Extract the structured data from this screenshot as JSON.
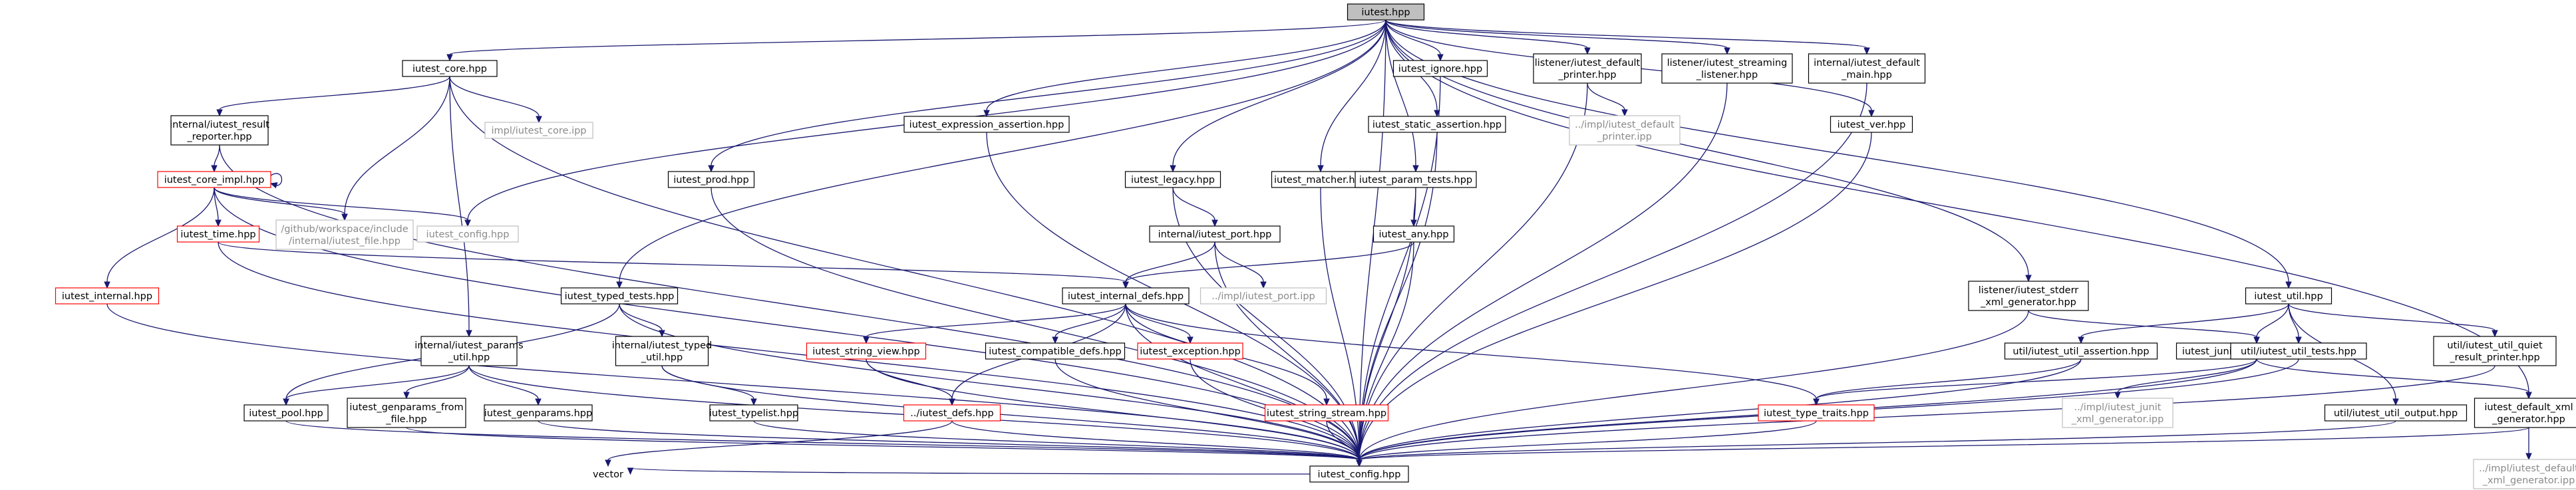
{
  "colors": {
    "edge": "#191970",
    "root_fill": "#bfbfbf",
    "normal_border": "#000000",
    "red_border": "#ff0000",
    "dim_border": "#bfbfbf",
    "dim_text": "#8a8a8a"
  },
  "graph": {
    "nodes": [
      {
        "id": "iutest_hpp",
        "kind": "root",
        "lines": [
          "iutest.hpp"
        ]
      },
      {
        "id": "iutest_core_hpp",
        "kind": "normal",
        "lines": [
          "iutest_core.hpp"
        ]
      },
      {
        "id": "result_reporter",
        "kind": "normal",
        "lines": [
          "internal/iutest_result",
          "_reporter.hpp"
        ]
      },
      {
        "id": "impl_core_ipp",
        "kind": "dim",
        "lines": [
          "impl/iutest_core.ipp"
        ]
      },
      {
        "id": "iutest_core_impl",
        "kind": "red",
        "lines": [
          "iutest_core_impl.hpp"
        ]
      },
      {
        "id": "iutest_time",
        "kind": "red",
        "lines": [
          "iutest_time.hpp"
        ]
      },
      {
        "id": "github_file",
        "kind": "dim",
        "lines": [
          "/github/workspace/include",
          "/internal/iutest_file.hpp"
        ]
      },
      {
        "id": "config_dim",
        "kind": "dim",
        "lines": [
          "iutest_config.hpp"
        ]
      },
      {
        "id": "iutest_internal",
        "kind": "red",
        "lines": [
          "iutest_internal.hpp"
        ]
      },
      {
        "id": "iutest_prod",
        "kind": "normal",
        "lines": [
          "iutest_prod.hpp"
        ]
      },
      {
        "id": "expression_assertion",
        "kind": "normal",
        "lines": [
          "iutest_expression_assertion.hpp"
        ]
      },
      {
        "id": "iutest_legacy",
        "kind": "normal",
        "lines": [
          "iutest_legacy.hpp"
        ]
      },
      {
        "id": "iutest_matcher",
        "kind": "normal",
        "lines": [
          "iutest_matcher.hpp"
        ]
      },
      {
        "id": "static_assertion",
        "kind": "normal",
        "lines": [
          "iutest_static_assertion.hpp"
        ]
      },
      {
        "id": "iutest_ignore",
        "kind": "normal",
        "lines": [
          "iutest_ignore.hpp"
        ]
      },
      {
        "id": "default_printer",
        "kind": "normal",
        "lines": [
          "listener/iutest_default",
          "_printer.hpp"
        ]
      },
      {
        "id": "default_printer_ipp",
        "kind": "dim",
        "lines": [
          "../impl/iutest_default",
          "_printer.ipp"
        ]
      },
      {
        "id": "streaming_listener",
        "kind": "normal",
        "lines": [
          "listener/iutest_streaming",
          "_listener.hpp"
        ]
      },
      {
        "id": "default_main",
        "kind": "normal",
        "lines": [
          "internal/iutest_default",
          "_main.hpp"
        ]
      },
      {
        "id": "iutest_ver",
        "kind": "normal",
        "lines": [
          "iutest_ver.hpp"
        ]
      },
      {
        "id": "param_tests",
        "kind": "normal",
        "lines": [
          "iutest_param_tests.hpp"
        ]
      },
      {
        "id": "iutest_any",
        "kind": "normal",
        "lines": [
          "iutest_any.hpp"
        ]
      },
      {
        "id": "iutest_port",
        "kind": "normal",
        "lines": [
          "internal/iutest_port.hpp"
        ]
      },
      {
        "id": "impl_port_ipp",
        "kind": "dim",
        "lines": [
          "../impl/iutest_port.ipp"
        ]
      },
      {
        "id": "internal_defs",
        "kind": "normal",
        "lines": [
          "iutest_internal_defs.hpp"
        ]
      },
      {
        "id": "typed_tests",
        "kind": "normal",
        "lines": [
          "iutest_typed_tests.hpp"
        ]
      },
      {
        "id": "params_util",
        "kind": "normal",
        "lines": [
          "internal/iutest_params",
          "_util.hpp"
        ]
      },
      {
        "id": "typed_util",
        "kind": "normal",
        "lines": [
          "internal/iutest_typed",
          "_util.hpp"
        ]
      },
      {
        "id": "iutest_pool",
        "kind": "normal",
        "lines": [
          "iutest_pool.hpp"
        ]
      },
      {
        "id": "genparams_from_file",
        "kind": "normal",
        "lines": [
          "iutest_genparams_from",
          "_file.hpp"
        ]
      },
      {
        "id": "genparams",
        "kind": "normal",
        "lines": [
          "iutest_genparams.hpp"
        ]
      },
      {
        "id": "typelist",
        "kind": "normal",
        "lines": [
          "iutest_typelist.hpp"
        ]
      },
      {
        "id": "string_view",
        "kind": "red",
        "lines": [
          "iutest_string_view.hpp"
        ]
      },
      {
        "id": "defs_hpp",
        "kind": "red",
        "lines": [
          "../iutest_defs.hpp"
        ]
      },
      {
        "id": "compatible_defs",
        "kind": "normal",
        "lines": [
          "iutest_compatible_defs.hpp"
        ]
      },
      {
        "id": "exception",
        "kind": "red",
        "lines": [
          "iutest_exception.hpp"
        ]
      },
      {
        "id": "string_stream",
        "kind": "red",
        "lines": [
          "iutest_string_stream.hpp"
        ]
      },
      {
        "id": "vector",
        "kind": "plain",
        "lines": [
          "vector"
        ]
      },
      {
        "id": "iutest_config",
        "kind": "normal",
        "lines": [
          "iutest_config.hpp"
        ]
      },
      {
        "id": "stderr_generator",
        "kind": "normal",
        "lines": [
          "listener/iutest_stderr",
          "_xml_generator.hpp"
        ]
      },
      {
        "id": "iutest_util",
        "kind": "normal",
        "lines": [
          "iutest_util.hpp"
        ]
      },
      {
        "id": "util_assertion",
        "kind": "normal",
        "lines": [
          "util/iutest_util_assertion.hpp"
        ]
      },
      {
        "id": "junit_generator",
        "kind": "normal",
        "lines": [
          "iutest_junit_xml_generator.hpp"
        ]
      },
      {
        "id": "util_tests",
        "kind": "normal",
        "lines": [
          "util/iutest_util_tests.hpp"
        ]
      },
      {
        "id": "util_quiet",
        "kind": "normal",
        "lines": [
          "util/iutest_util_quiet",
          "_result_printer.hpp"
        ]
      },
      {
        "id": "type_traits",
        "kind": "red",
        "lines": [
          "iutest_type_traits.hpp"
        ]
      },
      {
        "id": "junit_ipp",
        "kind": "dim",
        "lines": [
          "../impl/iutest_junit",
          "_xml_generator.ipp"
        ]
      },
      {
        "id": "util_output",
        "kind": "normal",
        "lines": [
          "util/iutest_util_output.hpp"
        ]
      },
      {
        "id": "default_xml_generator",
        "kind": "normal",
        "lines": [
          "iutest_default_xml",
          "_generator.hpp"
        ]
      },
      {
        "id": "default_xml_ipp",
        "kind": "dim",
        "lines": [
          "../impl/iutest_default",
          "_xml_generator.ipp"
        ]
      }
    ]
  }
}
